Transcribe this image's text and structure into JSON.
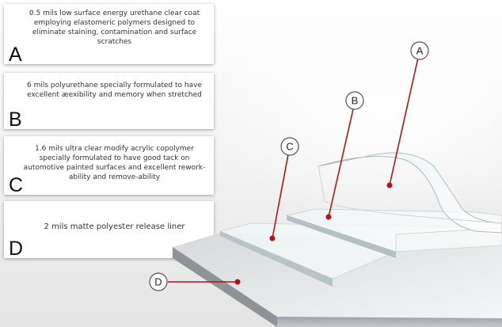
{
  "layers": [
    {
      "letter": "A",
      "description": "0.5 mils low surface energy urethane clear coat employing elastomeric polymers designed to eliminate staining, contamination and surface scratches"
    },
    {
      "letter": "B",
      "description": "6 mils polyurethane specially formulated to have excellent æexibility and memory when stretched"
    },
    {
      "letter": "C",
      "description": "1.6 mils ultra clear modify acrylic copolymer specially formulated to have good tack on automotive painted surfaces and excellent rework-ability and remove-ability"
    },
    {
      "letter": "D",
      "description": "2 mils matte polyester release liner"
    }
  ],
  "callouts": [
    "A",
    "B",
    "C",
    "D"
  ],
  "colors": {
    "callout_line": "#b0121b",
    "panel": "#ffffff",
    "text": "#333333"
  }
}
